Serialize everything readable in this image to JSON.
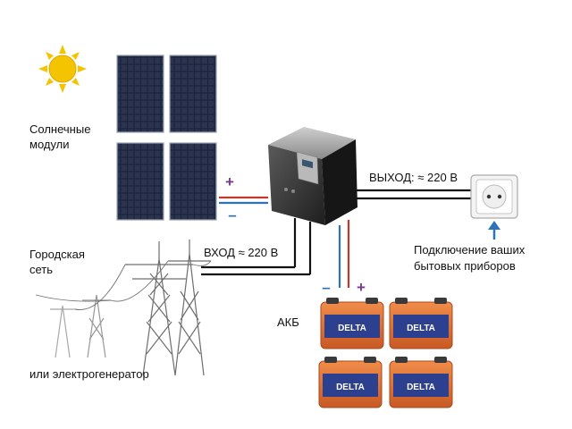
{
  "labels": {
    "solar_line1": "Солнечные",
    "solar_line2": "модули",
    "grid_line1": "Городская",
    "grid_line2": "сеть",
    "generator": "или электрогенератор",
    "input": "ВХОД ≈ 220 В",
    "output": "ВЫХОД: ≈ 220 В",
    "load_line1": "Подключение ваших",
    "load_line2": "бытовых приборов",
    "battery": "АКБ"
  },
  "battery_brand": "DELTA",
  "polarity": {
    "plus": "+",
    "minus": "–"
  },
  "colors": {
    "sun": "#f5c400",
    "panel": "#1c2438",
    "positive": "#c0392b",
    "negative": "#2f72b8",
    "battery_body": "#e0763a",
    "battery_label": "#2d3f8f",
    "inverter": "#2e2e2e",
    "arrow": "#2f72b8"
  }
}
